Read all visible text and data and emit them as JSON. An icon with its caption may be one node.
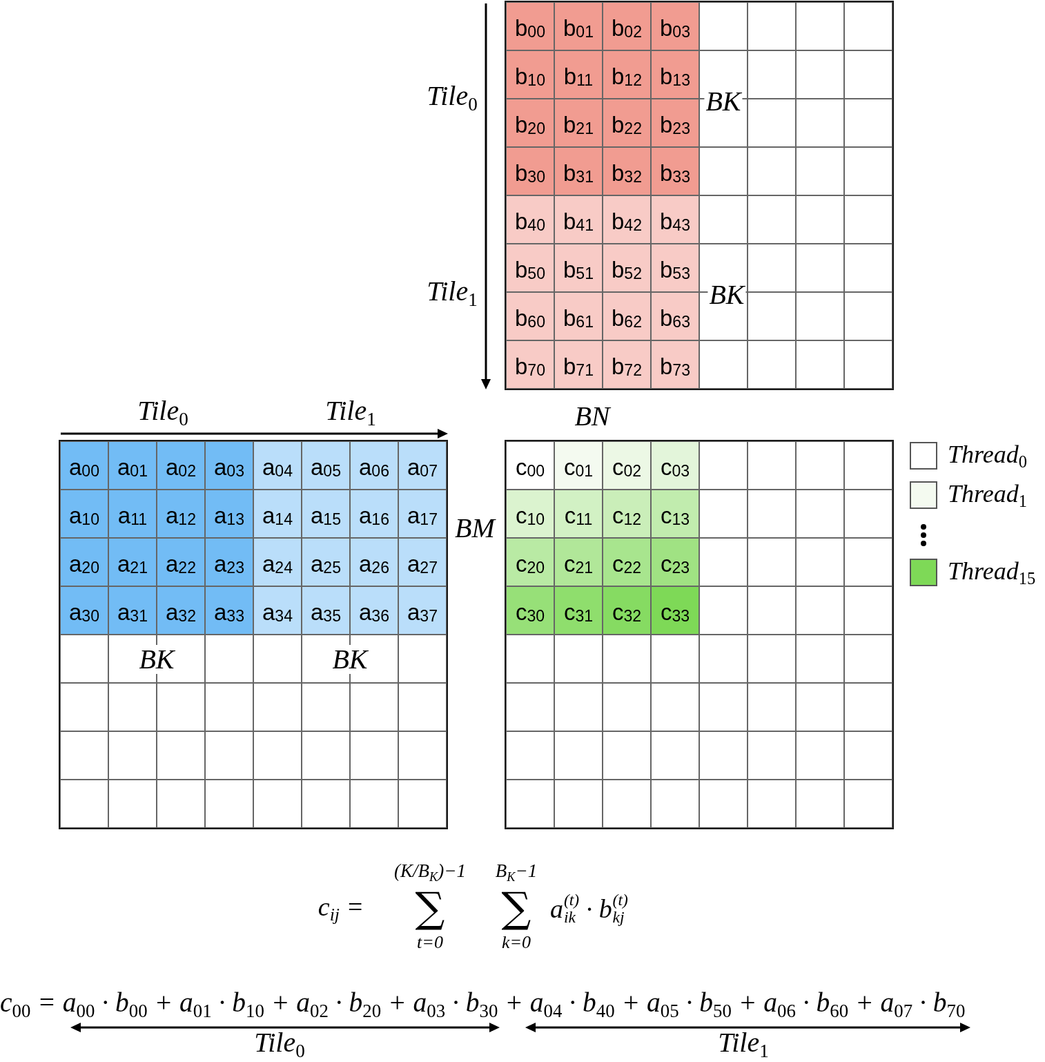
{
  "diagram": {
    "labels": [
      "Tile$_{0}$",
      "Tile$_{1}$",
      "b$_{00}$",
      "b$_{01}$",
      "b$_{02}$",
      "b$_{03}$",
      "b$_{10}$",
      "b$_{11}$",
      "b$_{12}$",
      "b$_{13}$",
      "b$_{20}$",
      "b$_{21}$",
      "b$_{22}$",
      "b$_{23}$",
      "b$_{30}$",
      "b$_{31}$",
      "b$_{32}$",
      "b$_{33}$",
      "b$_{40}$",
      "b$_{41}$",
      "b$_{42}$",
      "b$_{43}$",
      "b$_{50}$",
      "b$_{51}$",
      "b$_{52}$",
      "b$_{53}$",
      "b$_{60}$",
      "b$_{61}$",
      "b$_{62}$",
      "b$_{63}$",
      "b$_{70}$",
      "b$_{71}$",
      "b$_{72}$",
      "b$_{73}$",
      "BK",
      "BK",
      "BN",
      "Tile$_{0}$",
      "Tile$_{1}$",
      "a$_{00}$",
      "a$_{01}$",
      "a$_{02}$",
      "a$_{03}$",
      "a$_{04}$",
      "a$_{05}$",
      "a$_{06}$",
      "a$_{07}$",
      "a$_{10}$",
      "a$_{11}$",
      "a$_{12}$",
      "a$_{13}$",
      "a$_{14}$",
      "a$_{15}$",
      "a$_{16}$",
      "a$_{17}$",
      "a$_{20}$",
      "a$_{21}$",
      "a$_{22}$",
      "a$_{23}$",
      "a$_{24}$",
      "a$_{25}$",
      "a$_{26}$",
      "a$_{27}$",
      "a$_{30}$",
      "a$_{31}$",
      "a$_{32}$",
      "a$_{33}$",
      "a$_{34}$",
      "a$_{35}$",
      "a$_{36}$",
      "a$_{37}$",
      "BM",
      "c$_{00}$",
      "c$_{01}$",
      "c$_{02}$",
      "c$_{03}$",
      "c$_{10}$",
      "c$_{11}$",
      "c$_{12}$",
      "c$_{13}$",
      "c$_{20}$",
      "c$_{21}$",
      "c$_{22}$",
      "c$_{23}$",
      "c$_{30}$",
      "c$_{31}$",
      "c$_{32}$",
      "c$_{33}$",
      "BK",
      "BK",
      "c$_{ij}$ =",
      "(K/B$_{K}$)−1",
      "∑",
      "t=0",
      "B$_{K}$−1",
      "∑",
      "k=0",
      "a$^{(t)}$$_{ik}$ · b$^{(t)}$$_{kj}$",
      "c$_{00}$ = a$_{00}$ · b$_{00}$ + a$_{01}$ · b$_{10}$ + a$_{02}$ · b$_{20}$ + a$_{03}$ · b$_{30}$ + a$_{04}$ · b$_{40}$ + a$_{05}$ · b$_{50}$ + a$_{06}$ · b$_{60}$ + a$_{07}$ · b$_{70}$",
      "Tile$_{0}$",
      "Tile$_{1}$"
    ],
    "legend": [
      {
        "text": "Thread$_{0}$",
        "color": "#ffffff"
      },
      {
        "text": "Thread$_{1}$",
        "color": "#f4faf0"
      },
      {
        "text": "Thread$_{15}$",
        "color": "#7ed957"
      }
    ]
  }
}
